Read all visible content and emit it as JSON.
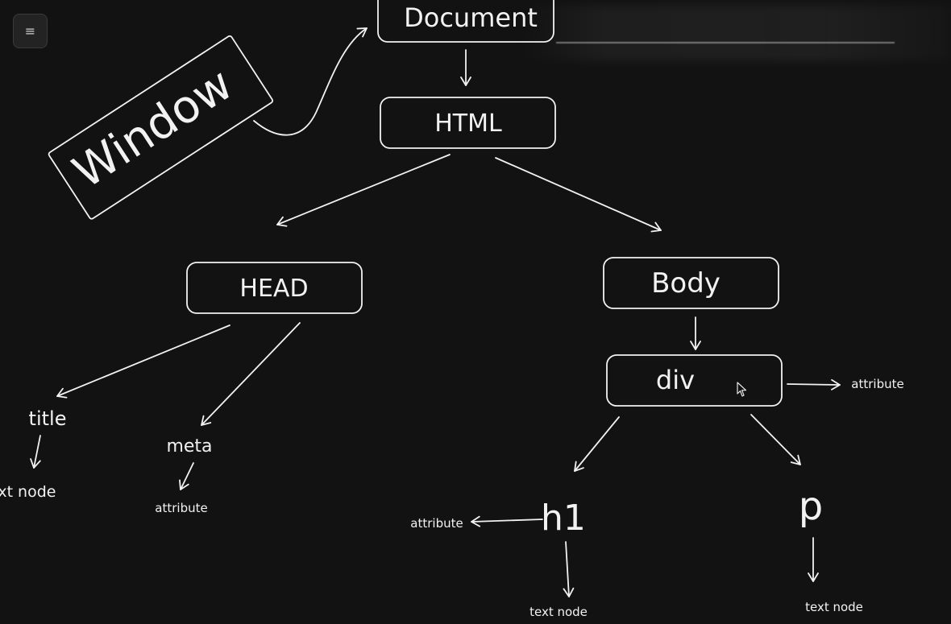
{
  "toolbar": {
    "menu_icon": "hamburger-menu-icon",
    "menu_glyph": "≡"
  },
  "nodes": {
    "window": "Window",
    "document": "Document",
    "html": "HTML",
    "head": "HEAD",
    "body": "Body",
    "div": "div",
    "title": "title",
    "meta": "meta",
    "h1": "h1",
    "p": "p"
  },
  "leaves": {
    "title_text_node": "text node",
    "meta_attribute": "attribute",
    "div_attribute": "attribute",
    "h1_attribute": "attribute",
    "h1_text_node": "text node",
    "p_text_node": "text node"
  },
  "colors": {
    "background": "#121212",
    "stroke": "#f2f2f2",
    "button_bg": "#232323"
  }
}
